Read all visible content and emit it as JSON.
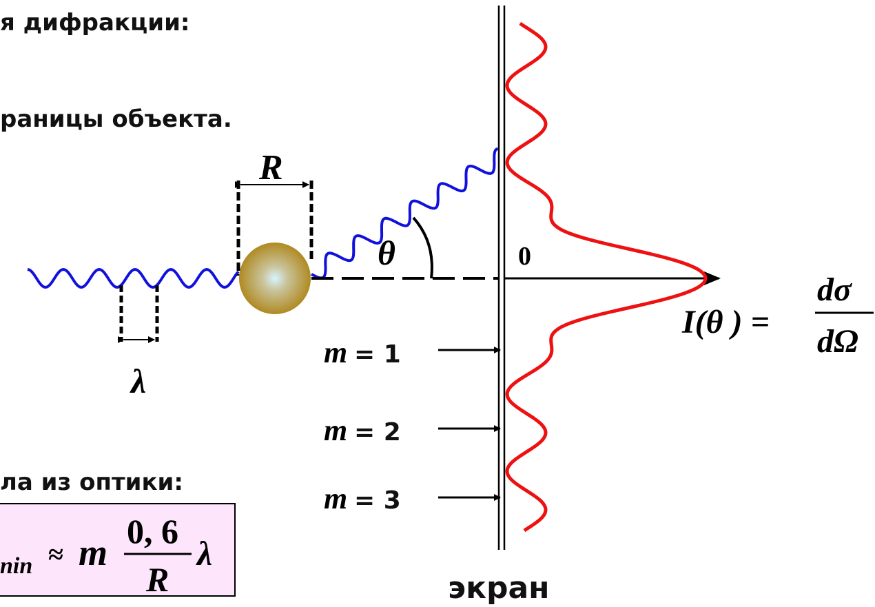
{
  "header": {
    "line1": "я дифракции:",
    "line2": "раницы объекта."
  },
  "labels": {
    "R": "R",
    "theta": "θ",
    "lambda": "λ",
    "zero": "0",
    "screen": "экран"
  },
  "intensity": {
    "lhs": "I(θ ) =",
    "numerator": "dσ",
    "denominator": "dΩ"
  },
  "minima": [
    {
      "m_symbol": "m",
      "value": "= 1"
    },
    {
      "m_symbol": "m",
      "value": "= 2"
    },
    {
      "m_symbol": "m",
      "value": "= 3"
    }
  ],
  "optics": {
    "heading": "ла из оптики:",
    "subscript": "nin",
    "approx": "≈",
    "m": "m",
    "numerator": "0, 6",
    "denominator": "R",
    "lambda": "λ"
  },
  "colors": {
    "wave": "#1111dd",
    "intensity_curve": "#ee1111",
    "formula_bg": "#fde6fb",
    "sphere_outer": "#b8922a",
    "sphere_inner": "#d8f4ff"
  }
}
